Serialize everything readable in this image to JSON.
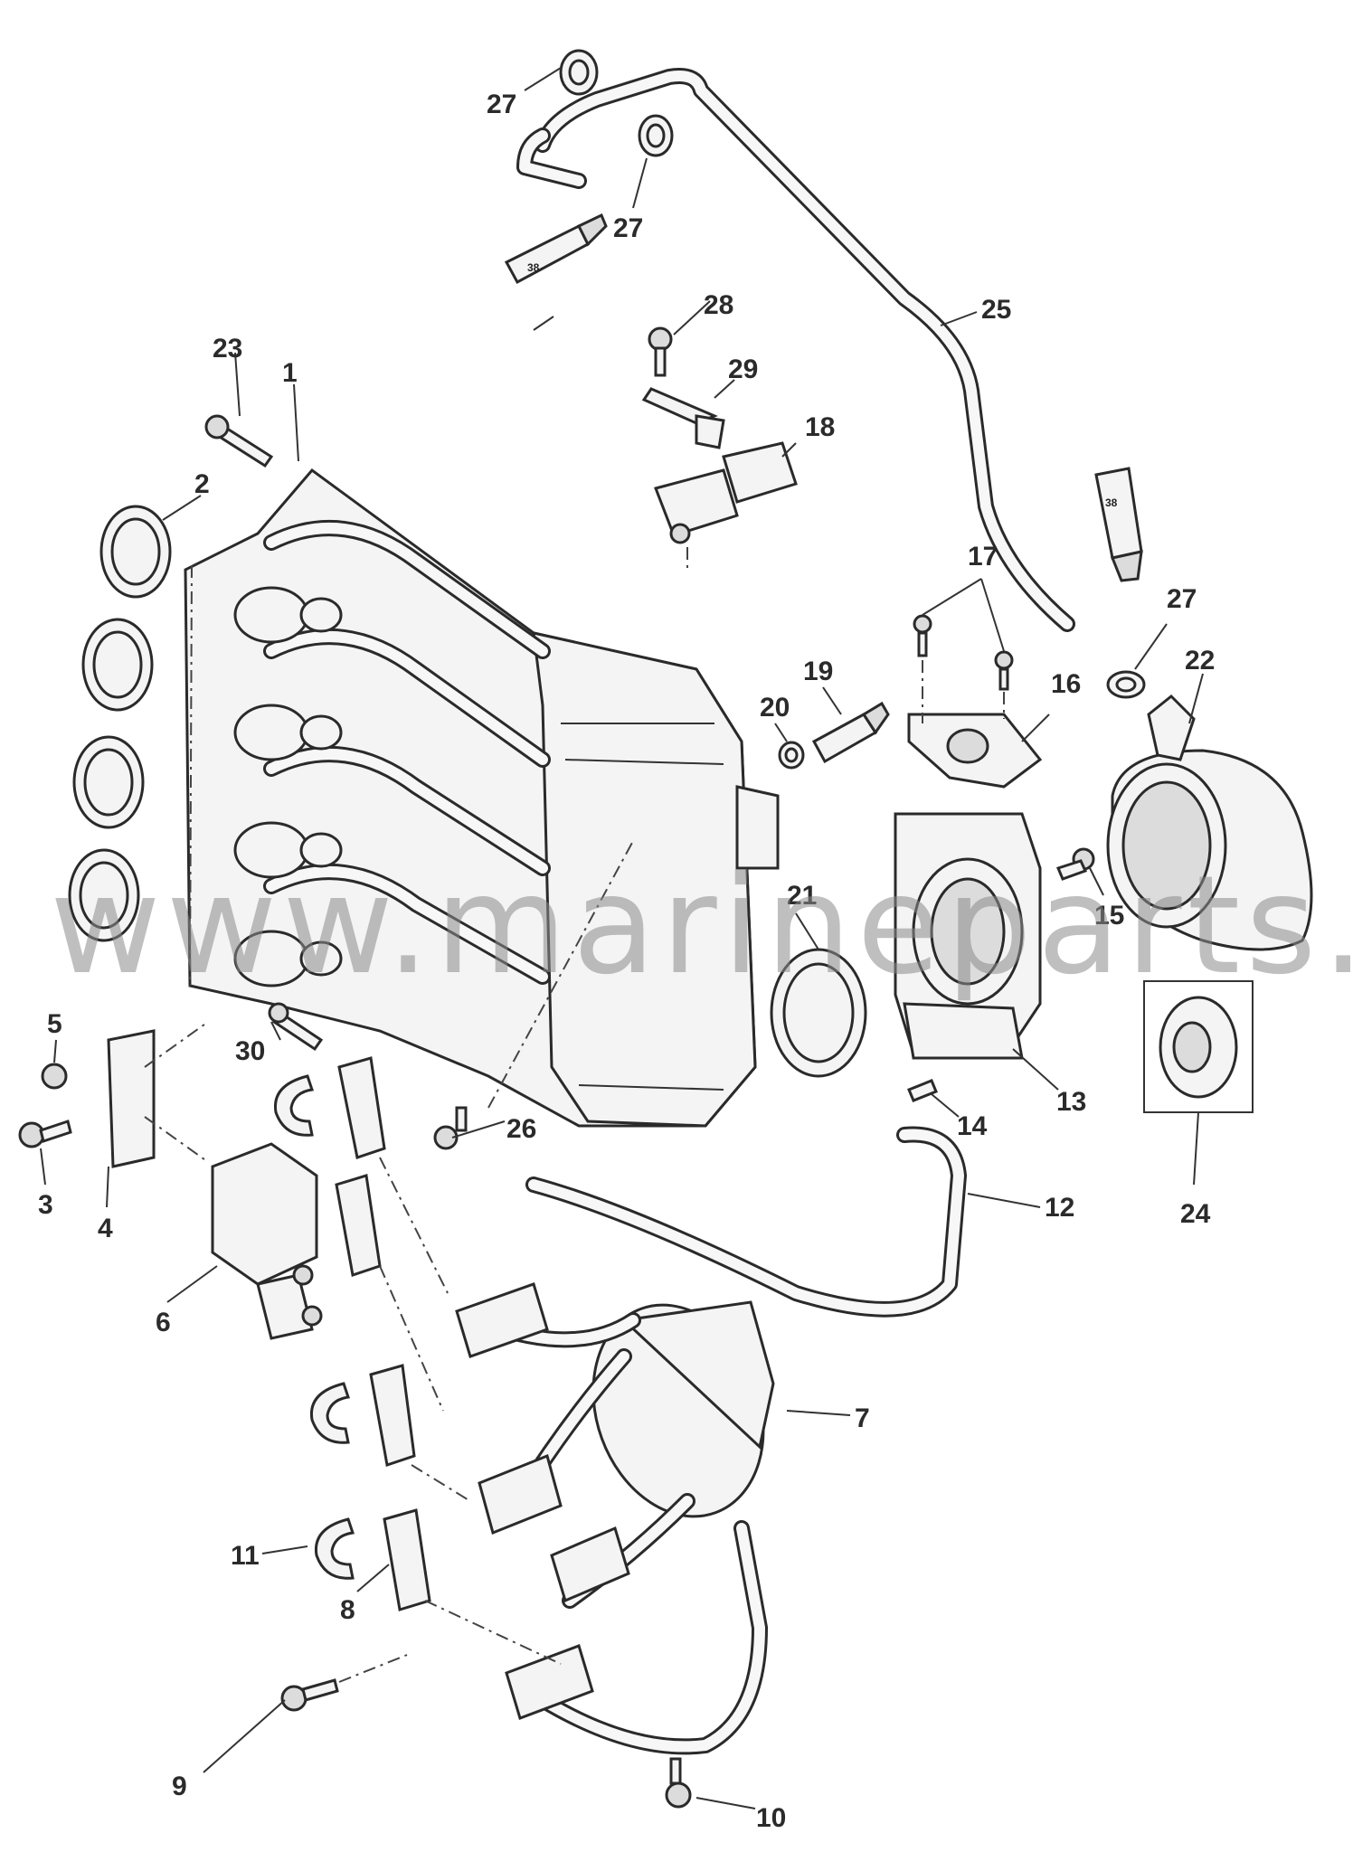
{
  "watermark": "www.marineparts.eu",
  "tube_marking": "38",
  "callouts": {
    "c1": "1",
    "c2": "2",
    "c3": "3",
    "c4": "4",
    "c5": "5",
    "c6": "6",
    "c7": "7",
    "c8": "8",
    "c9": "9",
    "c10": "10",
    "c11": "11",
    "c12": "12",
    "c13": "13",
    "c14": "14",
    "c15": "15",
    "c16": "16",
    "c17": "17",
    "c18": "18",
    "c19": "19",
    "c20": "20",
    "c21": "21",
    "c22": "22",
    "c23": "23",
    "c24": "24",
    "c25": "25",
    "c26": "26",
    "c27a": "27",
    "c27b": "27",
    "c27c": "27",
    "c28": "28",
    "c29": "29",
    "c30": "30"
  }
}
